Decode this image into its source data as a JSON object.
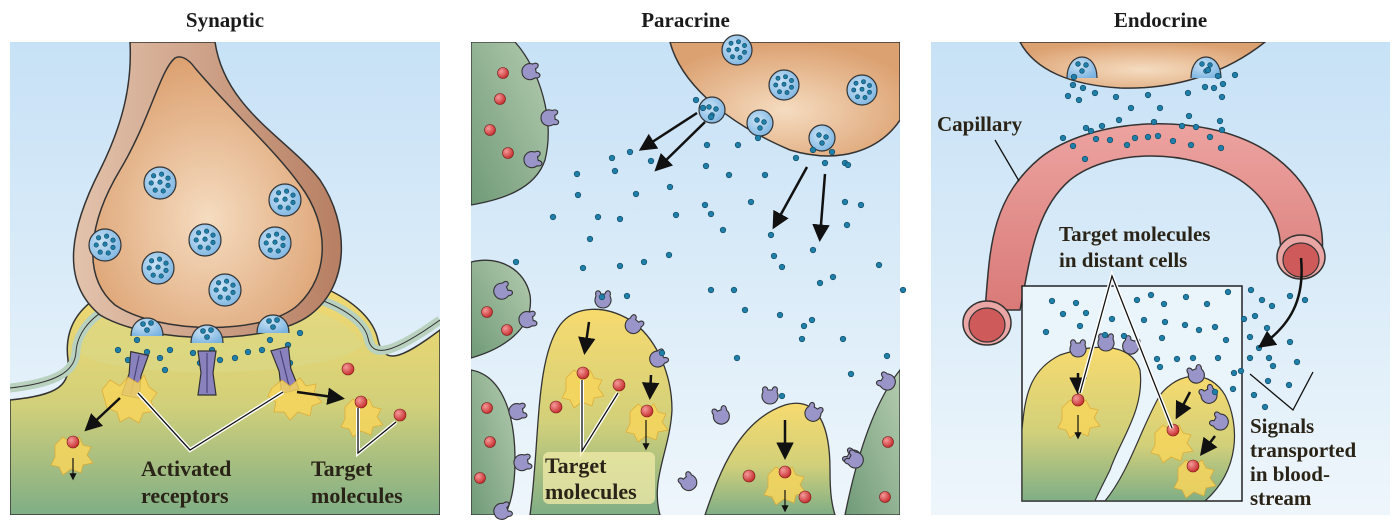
{
  "figure": {
    "panels": [
      {
        "id": "synaptic",
        "title": "Synaptic",
        "labels": {
          "activated_receptors": [
            "Activated",
            "receptors"
          ],
          "target_molecules": [
            "Target",
            "molecules"
          ]
        }
      },
      {
        "id": "paracrine",
        "title": "Paracrine",
        "labels": {
          "target_molecules": [
            "Target",
            "molecules"
          ]
        }
      },
      {
        "id": "endocrine",
        "title": "Endocrine",
        "labels": {
          "capillary": "Capillary",
          "target_distant": [
            "Target molecules",
            "in distant cells"
          ],
          "signals_transported": [
            "Signals",
            "transported",
            "in blood-",
            "stream"
          ]
        }
      }
    ],
    "colors": {
      "background_sky": "#cfe6f7",
      "secreting_cell": "#e8b98a",
      "secreting_cell_edge": "#c98e64",
      "vesicle": "#8fc3ea",
      "signal_molecule": "#1f7fa8",
      "target_cell_yellow": "#f5d66a",
      "target_cell_green": "#8fb48a",
      "membrane": "#b9d2bf",
      "receptor": "#9a95c9",
      "target_molecule": "#d23a3a",
      "capillary": "#e58b8b",
      "capillary_lumen": "#cf5a5a",
      "activation_burst": "#f7d55c"
    }
  }
}
